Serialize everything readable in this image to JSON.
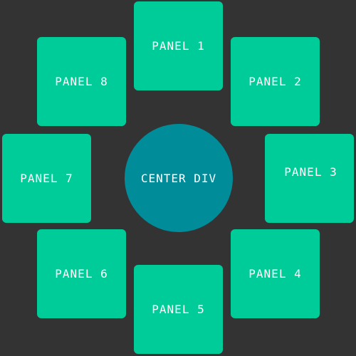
{
  "colors": {
    "background": "#333333",
    "panel": "#00cc99",
    "center": "#008c99",
    "text": "#ffffff"
  },
  "center": {
    "label": "CENTER DIV"
  },
  "panels": [
    {
      "label": "PANEL 1"
    },
    {
      "label": "PANEL 2"
    },
    {
      "label": "PANEL 3"
    },
    {
      "label": "PANEL 4"
    },
    {
      "label": "PANEL 5"
    },
    {
      "label": "PANEL 6"
    },
    {
      "label": "PANEL 7"
    },
    {
      "label": "PANEL 8"
    }
  ]
}
